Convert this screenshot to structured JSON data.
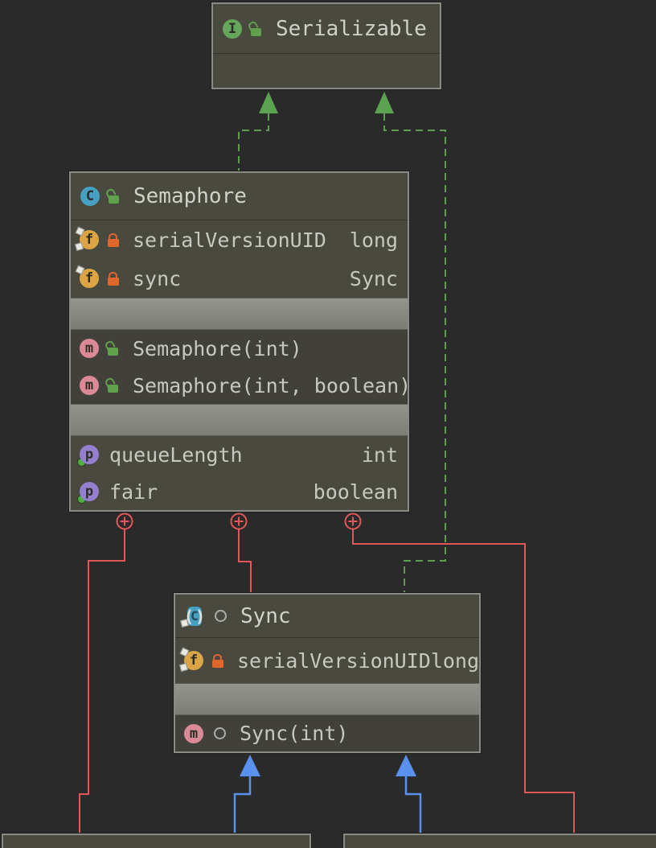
{
  "boxes": {
    "serializable": {
      "title": "Serializable",
      "kind_letter": "I",
      "visibility": "public"
    },
    "semaphore": {
      "title": "Semaphore",
      "kind_letter": "C",
      "visibility": "public",
      "fields": [
        {
          "name": "serialVersionUID",
          "type": "long"
        },
        {
          "name": "sync",
          "type": "Sync"
        }
      ],
      "constructors": [
        {
          "name": "Semaphore(int)"
        },
        {
          "name": "Semaphore(int, boolean)"
        }
      ],
      "properties": [
        {
          "name": "queueLength",
          "type": "int"
        },
        {
          "name": "fair",
          "type": "boolean"
        }
      ]
    },
    "sync": {
      "title": "Sync",
      "kind_letter": "C",
      "visibility": "package-private",
      "fields": [
        {
          "name": "serialVersionUID",
          "type": "long"
        }
      ],
      "methods": [
        {
          "name": "Sync(int)"
        }
      ]
    }
  },
  "icons": {
    "interface_letter": "I",
    "class_letter": "C",
    "field_letter": "f",
    "method_letter": "m",
    "property_letter": "p",
    "paren_left": "(",
    "paren_right": ")"
  },
  "colors": {
    "background": "#2a2a2a",
    "node_fill": "#4a493f",
    "node_border": "#8b8b85",
    "separator_band": "#8a8a84",
    "text": "#c6c9bf",
    "interface_green": "#64a65a",
    "class_teal": "#45a0c4",
    "field_yellow": "#dba545",
    "method_pink": "#d98a96",
    "property_purple": "#947ece",
    "public_lock_green": "#61a14e",
    "private_lock_orange": "#e0662c",
    "realization_edge_green": "#5c9e4e",
    "generalization_edge_blue": "#5a90ee",
    "collapsed_edge_red": "#e25757"
  }
}
